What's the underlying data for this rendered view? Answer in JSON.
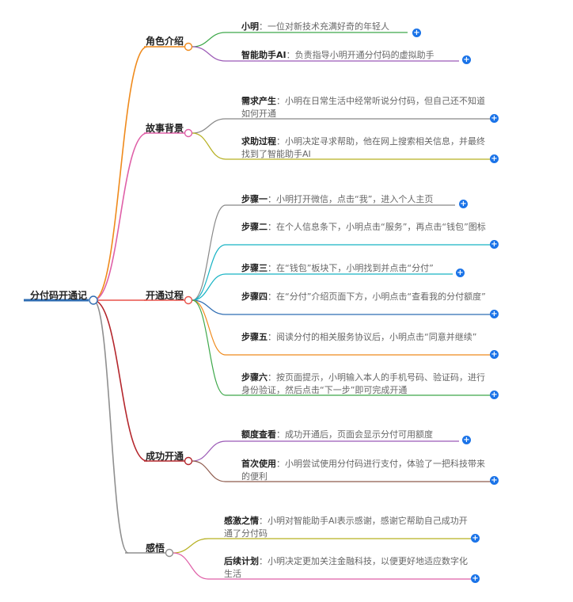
{
  "root": "分付码开通记",
  "branches": [
    {
      "id": "role",
      "label": "角色介绍",
      "leaves": [
        {
          "key": "小明",
          "text": "一位对新技术充满好奇的年轻人"
        },
        {
          "key": "智能助手AI",
          "text": "负责指导小明开通分付码的虚拟助手"
        }
      ]
    },
    {
      "id": "background",
      "label": "故事背景",
      "leaves": [
        {
          "key": "需求产生",
          "text": "小明在日常生活中经常听说分付码，但自己还不知道如何开通"
        },
        {
          "key": "求助过程",
          "text": "小明决定寻求帮助，他在网上搜索相关信息，并最终找到了智能助手AI"
        }
      ]
    },
    {
      "id": "process",
      "label": "开通过程",
      "leaves": [
        {
          "key": "步骤一",
          "text": "小明打开微信，点击“我”，进入个人主页"
        },
        {
          "key": "步骤二",
          "text": "在个人信息条下，小明点击“服务”，再点击“钱包”图标"
        },
        {
          "key": "步骤三",
          "text": "在“钱包”板块下，小明找到并点击“分付”"
        },
        {
          "key": "步骤四",
          "text": "在“分付”介绍页面下方，小明点击“查看我的分付额度”"
        },
        {
          "key": "步骤五",
          "text": "阅读分付的相关服务协议后，小明点击“同意并继续”"
        },
        {
          "key": "步骤六",
          "text": "按页面提示，小明输入本人的手机号码、验证码，进行身份验证，然后点击“下一步”即可完成开通"
        }
      ]
    },
    {
      "id": "success",
      "label": "成功开通",
      "leaves": [
        {
          "key": "额度查看",
          "text": "成功开通后，页面会显示分付可用额度"
        },
        {
          "key": "首次使用",
          "text": "小明尝试使用分付码进行支付，体验了一把科技带来的便利"
        }
      ]
    },
    {
      "id": "insight",
      "label": "感悟",
      "leaves": [
        {
          "key": "感激之情",
          "text": "小明对智能助手AI表示感谢，感谢它帮助自己成功开通了分付码"
        },
        {
          "key": "后续计划",
          "text": "小明决定更加关注金融科技，以便更好地适应数字化生活"
        }
      ]
    }
  ],
  "colors": {
    "root_underline": "#2f6db3",
    "role": "#ef8a1c",
    "background": "#df5fa7",
    "process": "#e8524a",
    "success": "#b4262c",
    "insight": "#8f8f8f",
    "leaf_line_colors": [
      "#3ea84a",
      "#9b59b6",
      "#888888",
      "#b6b021",
      "#888888",
      "#17b3c4",
      "#17b3c4",
      "#2f6db3",
      "#ef8a1c",
      "#3ea84a",
      "#9b59b6",
      "#8e5a4c",
      "#b6b021",
      "#df5fa7"
    ],
    "plus": "#1a73e8"
  }
}
